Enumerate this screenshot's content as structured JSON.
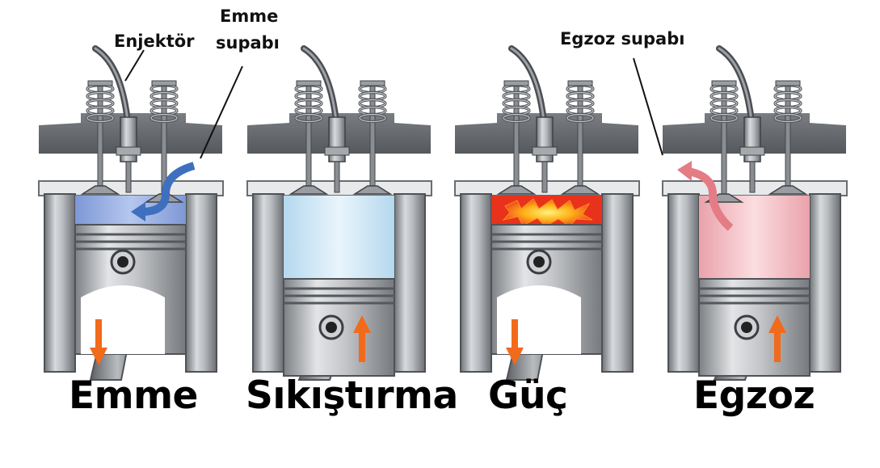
{
  "callouts": {
    "injector": "Enjektör",
    "intake_valve_line1": "Emme",
    "intake_valve_line2": "supabı",
    "exhaust_valve": "Egzoz supabı"
  },
  "strokes": [
    {
      "label": "Emme",
      "gas": "intake",
      "piston": "down"
    },
    {
      "label": "Sıkıştırma",
      "gas": "compression",
      "piston": "up"
    },
    {
      "label": "Güç",
      "gas": "power",
      "piston": "down"
    },
    {
      "label": "Egzoz",
      "gas": "exhaust",
      "piston": "up"
    }
  ],
  "colors": {
    "metal_dark": "#5a5d61",
    "metal_mid": "#8a8d91",
    "metal_light": "#c9cbce",
    "intake_gas": "#8fa8e0",
    "compression_gas": "#cfe8f6",
    "combustion": "#e8321c",
    "flame_core": "#ffd21a",
    "exhaust_gas": "#f2b6bd",
    "flow_arrow_blue": "#3f6fbf",
    "flow_arrow_pink": "#e47c86",
    "motion_arrow": "#f26a1b"
  }
}
